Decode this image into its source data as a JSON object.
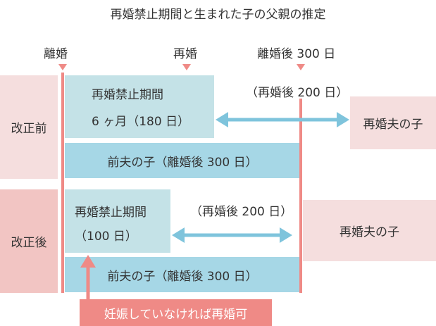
{
  "title": "再婚禁止期間と生まれた子の父親の推定",
  "events": {
    "divorce": "離婚",
    "remarriage": "再婚",
    "day300": "離婚後 300 日"
  },
  "before": {
    "label": "改正前",
    "period_line1": "再婚禁止期間",
    "period_line2": "6 ヶ月（180 日）",
    "note": "（再婚後 200 日）",
    "new_husband_child": "再婚夫の子",
    "ex_husband_child": "前夫の子（離婚後 300 日）"
  },
  "after": {
    "label": "改正後",
    "period_line1": "再婚禁止期間",
    "period_line2": "（100 日）",
    "note": "（再婚後 200 日）",
    "new_husband_child": "再婚夫の子",
    "ex_husband_child": "前夫の子（離婚後 300 日）"
  },
  "callout": "妊娠していなければ再婚可",
  "colors": {
    "marker": "#ef8a86",
    "arrow": "#7fc4dc",
    "period_box": "#c4e2e7",
    "ex_child_box": "#a6d7e6",
    "label_bg_before": "#f5dede",
    "label_bg_after": "#f2c5c3"
  }
}
